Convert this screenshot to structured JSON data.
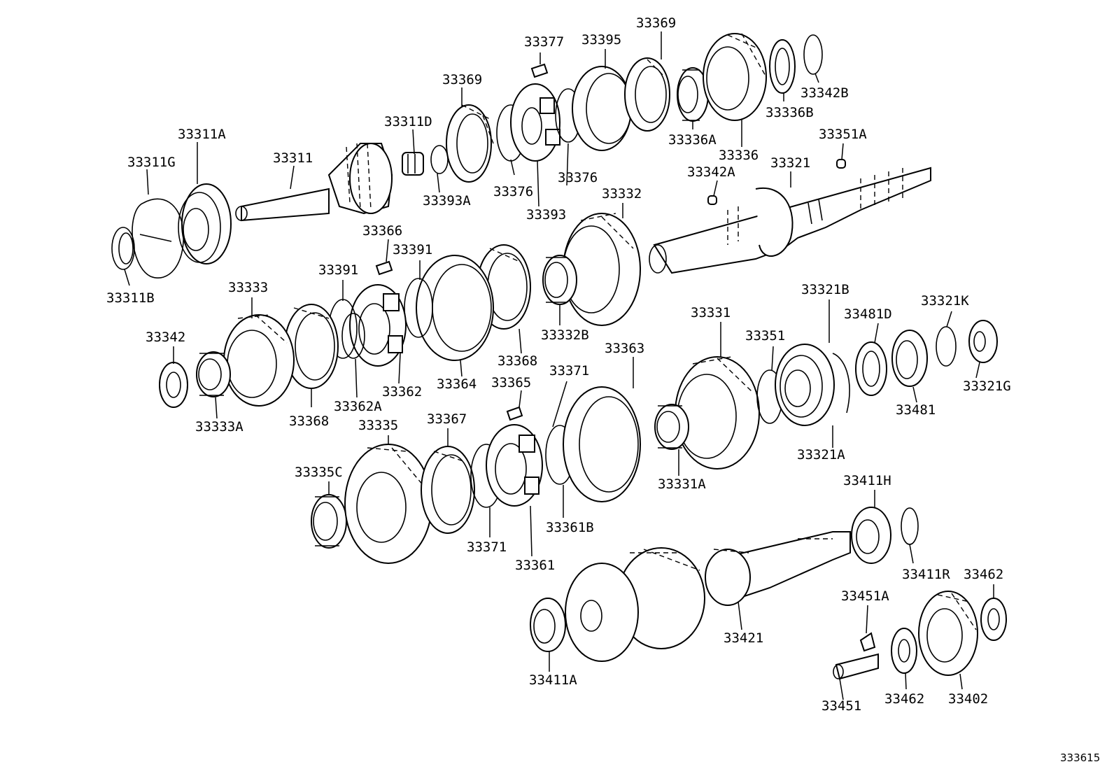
{
  "figure_id": "333615",
  "parts": [
    "33311B",
    "33311G",
    "33311A",
    "33311",
    "33311D",
    "33393A",
    "33369",
    "33376",
    "33393",
    "33377",
    "33395",
    "33369",
    "33336A",
    "33336",
    "33336B",
    "33342B",
    "33351A",
    "33342A",
    "33321",
    "33332",
    "33366",
    "33391",
    "33391",
    "33333",
    "33342",
    "33333A",
    "33368",
    "33362A",
    "33362",
    "33364",
    "33368",
    "33332B",
    "33371",
    "33365",
    "33363",
    "33331",
    "33351",
    "33321B",
    "33481D",
    "33321K",
    "33321G",
    "33481",
    "33321A",
    "33331A",
    "33335",
    "33335C",
    "33367",
    "33371",
    "33361",
    "33361B",
    "33411H",
    "33411R",
    "33462",
    "33451A",
    "33421",
    "33411A",
    "33451",
    "33462",
    "33402",
    "33376"
  ]
}
